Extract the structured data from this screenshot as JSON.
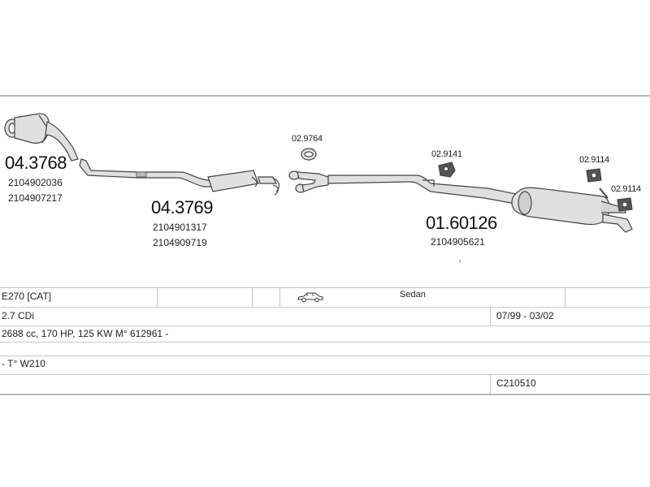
{
  "parts": {
    "p1": {
      "number": "04.3768",
      "refs": [
        "2104902036",
        "2104907217"
      ]
    },
    "p2": {
      "number": "04.3769",
      "refs": [
        "2104901317",
        "2104909719"
      ]
    },
    "p3": {
      "number": "01.60126",
      "refs": [
        "2104905621"
      ]
    },
    "clamp_top": "02.9764",
    "mount_mid": "02.9141",
    "mount_rear1": "02.9114",
    "mount_rear2": "02.9114"
  },
  "vehicle_table": {
    "row1": {
      "model": "E270  [CAT]",
      "body_icon": "car-sedan-icon",
      "body": "Sedan"
    },
    "row2": {
      "engine": "2.7 CDi",
      "years": "07/99 - 03/02"
    },
    "row3": {
      "spec": "2688 cc, 170 HP, 125 KW M° 612961 -"
    },
    "row4": {
      "type": "- T° W210"
    },
    "row5": {
      "code": "C210510"
    }
  },
  "colors": {
    "line": "#444444",
    "rule": "#c8c8c8",
    "fill": "#d8d8d8"
  }
}
